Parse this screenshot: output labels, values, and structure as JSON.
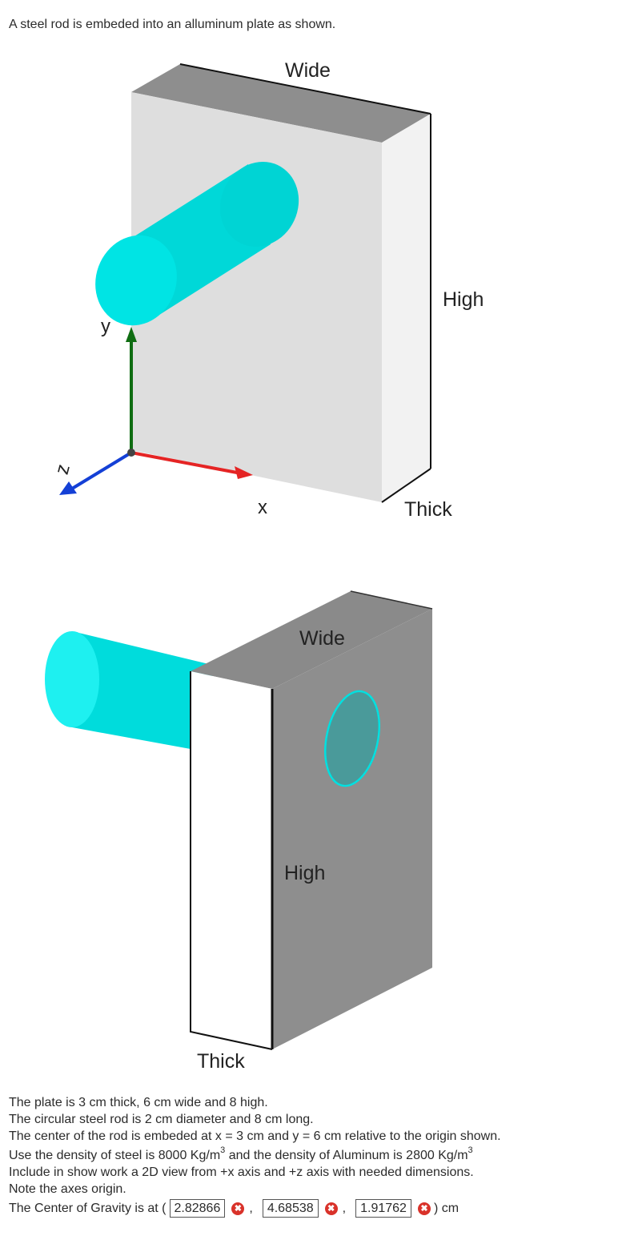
{
  "intro": "A steel rod is embeded into an alluminum plate as shown.",
  "figure1": {
    "label_wide": "Wide",
    "label_high": "High",
    "label_thick": "Thick",
    "axis_x": "x",
    "axis_y": "y",
    "axis_z": "z"
  },
  "figure2": {
    "label_wide": "Wide",
    "label_high": "High",
    "label_thick": "Thick"
  },
  "problem": {
    "line1": "The plate is 3 cm thick, 6 cm wide and 8 high.",
    "line2": "The circular steel rod is 2 cm diameter and 8 cm long.",
    "line3": "The center of the rod is embeded at x = 3 cm and y = 6 cm relative to the origin shown.",
    "line4_a": "Use the density of steel is 8000 Kg/m",
    "line4_sup1": "3",
    "line4_b": " and the density of Aluminum is 2800 Kg/m",
    "line4_sup2": "3",
    "line5": "Include in show work a 2D view from +x axis and +z axis with needed dimensions.",
    "line6": "Note the axes origin."
  },
  "answer": {
    "prefix": "The Center of Gravity is at (",
    "x_value": "2.82866",
    "y_value": "4.68538",
    "z_value": "1.91762",
    "comma1": ",",
    "comma2": ",",
    "suffix": ") cm",
    "status_icon": "incorrect-x-icon"
  },
  "colors": {
    "plate_front": "#dedede",
    "plate_top": "#8e8e8e",
    "rod": "#00e0e0",
    "axis_x": "#e52424",
    "axis_y": "#0f6d12",
    "axis_z": "#1440d6",
    "incorrect": "#d9322a"
  }
}
